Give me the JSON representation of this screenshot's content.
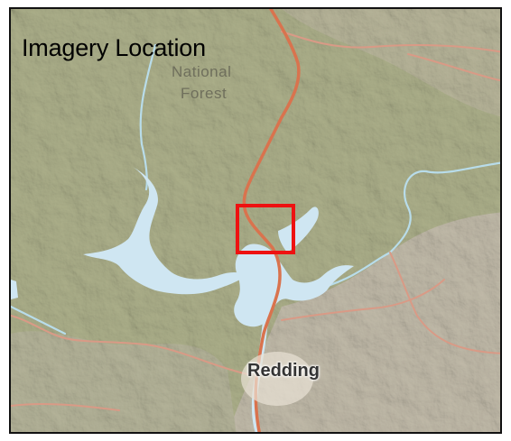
{
  "map": {
    "title": "Imagery Location",
    "labels": {
      "national_forest_line1": "National",
      "national_forest_line2": "Forest",
      "city": "Redding"
    },
    "colors": {
      "terrain": "#cfd3a6",
      "terrain_light": "#e8e0cb",
      "water": "#cfe6f2",
      "highway": "#d9734e",
      "road": "#d99a86",
      "extent_box": "#ee1111"
    }
  }
}
